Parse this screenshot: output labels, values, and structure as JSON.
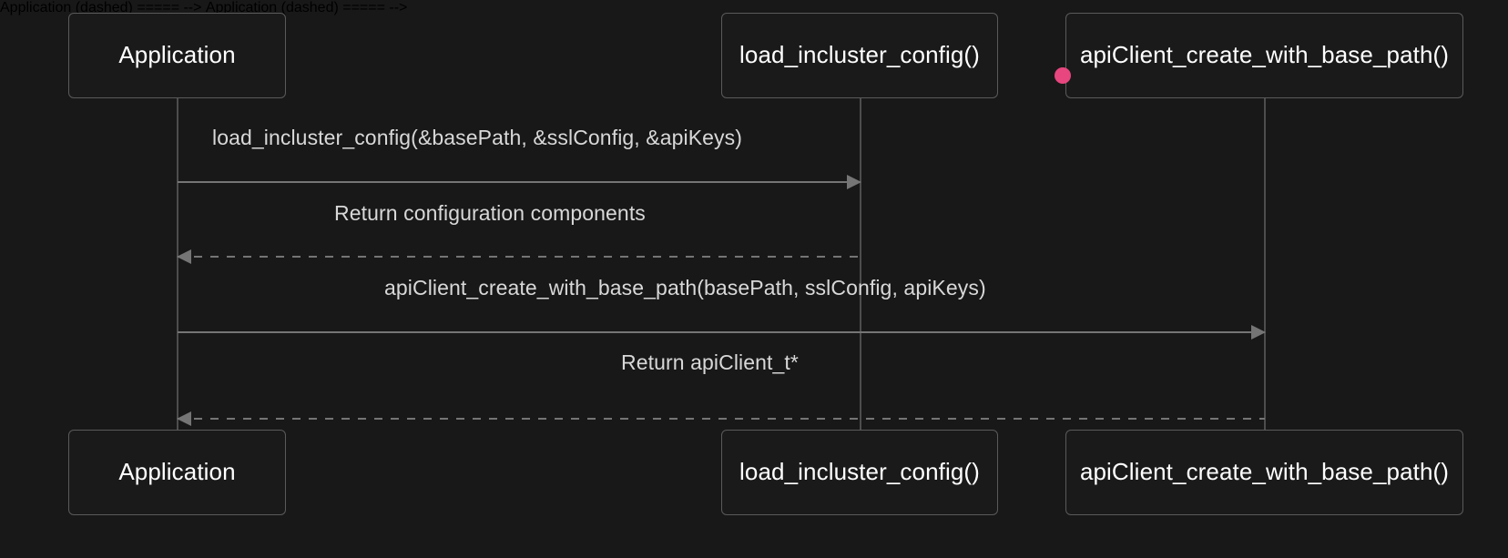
{
  "diagram": {
    "type": "sequence-diagram",
    "title": "",
    "background_color": "#181818",
    "box_fill_color": "#1a1a1a",
    "box_border_color": "#5a5a5a",
    "lifeline_color": "#4d4d4d",
    "arrow_color": "#757575",
    "label_color": "#d8d8d8",
    "participant_text_color": "#ffffff",
    "marker_color": "#e8467f"
  },
  "participants": [
    {
      "id": "application",
      "label": "Application"
    },
    {
      "id": "load_incluster_config",
      "label": "load_incluster_config()"
    },
    {
      "id": "api_client_create",
      "label": "apiClient_create_with_base_path()"
    }
  ],
  "participants_bottom": [
    {
      "id": "application",
      "label": "Application"
    },
    {
      "id": "load_incluster_config",
      "label": "load_incluster_config()"
    },
    {
      "id": "api_client_create",
      "label": "apiClient_create_with_base_path()"
    }
  ],
  "messages": [
    {
      "index": 1,
      "label": "load_incluster_config(&basePath, &sslConfig, &apiKeys)",
      "from": "application",
      "to": "load_incluster_config",
      "style": "solid",
      "direction": "right"
    },
    {
      "index": 2,
      "label": "Return configuration components",
      "from": "load_incluster_config",
      "to": "application",
      "style": "dashed",
      "direction": "left"
    },
    {
      "index": 3,
      "label": "apiClient_create_with_base_path(basePath, sslConfig, apiKeys)",
      "from": "application",
      "to": "api_client_create",
      "style": "solid",
      "direction": "right"
    },
    {
      "index": 4,
      "label": "Return apiClient_t*",
      "from": "api_client_create",
      "to": "application",
      "style": "dashed",
      "direction": "left"
    }
  ],
  "marker": {
    "name": "activation-marker",
    "color": "#e8467f"
  }
}
